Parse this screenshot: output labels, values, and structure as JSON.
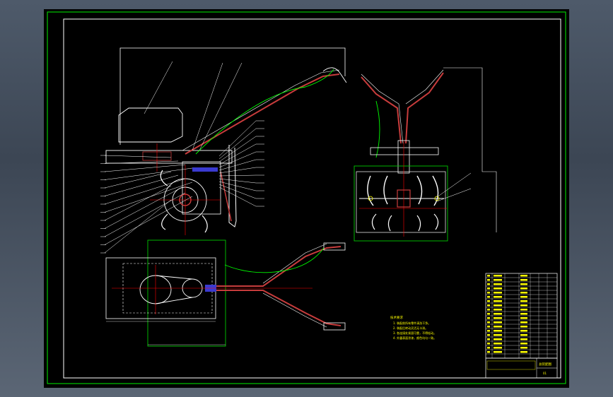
{
  "drawing": {
    "background": "#000000",
    "colors": {
      "frame": "#ffffff",
      "outer_frame": "#00c800",
      "part_outline": "#00c800",
      "detail": "#ffffff",
      "center_line": "#ff0000",
      "cable": "#00ff00",
      "handle": "#c83c3c",
      "dim": "#c8c8c8",
      "accent": "#ffff00",
      "hatch": "#6a6aff"
    },
    "notes": {
      "heading": "技术要求",
      "lines": [
        "1. 装配前所有零件清洗干净。",
        "2. 装配后转动灵活无卡滞。",
        "3. 各连接处紧固可靠，不得松动。",
        "4. 外露表面涂漆，颜色均匀一致。"
      ]
    },
    "title_block": {
      "name_cell": "总装配图",
      "code_cell": "01"
    }
  }
}
